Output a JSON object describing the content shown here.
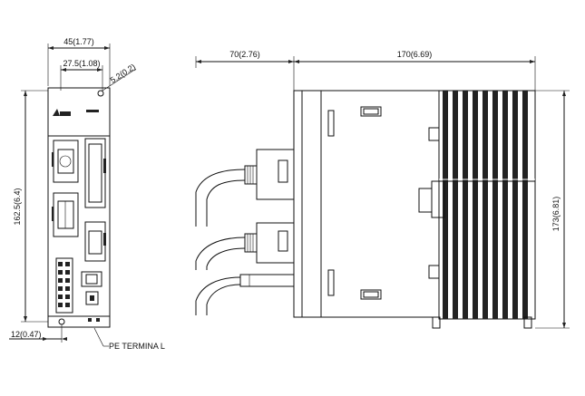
{
  "dimensions": {
    "front_width": "45(1.77)",
    "front_inner_width": "27.5(1.08)",
    "mount_hole": "5.2(0.2)",
    "front_height": "162.5(6.4)",
    "bottom_offset": "12(0.47)",
    "side_left_depth": "70(2.76)",
    "side_depth": "170(6.69)",
    "side_height": "173(6.81)"
  },
  "labels": {
    "pe_terminal": "PE TERMINA L"
  }
}
